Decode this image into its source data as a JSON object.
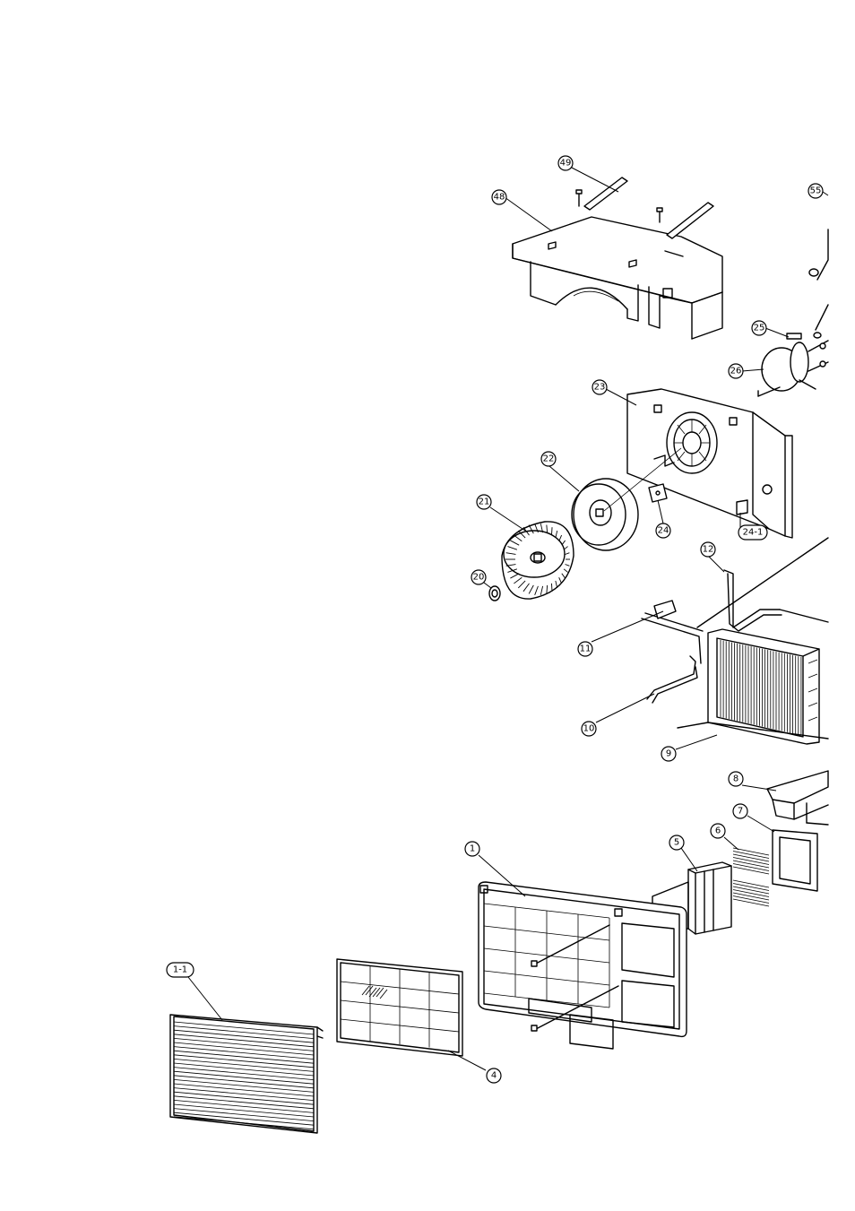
{
  "callouts": [
    {
      "id": "49",
      "label": "49"
    },
    {
      "id": "48",
      "label": "48"
    },
    {
      "id": "55",
      "label": "55"
    },
    {
      "id": "25",
      "label": "25"
    },
    {
      "id": "26",
      "label": "26"
    },
    {
      "id": "23",
      "label": "23"
    },
    {
      "id": "22",
      "label": "22"
    },
    {
      "id": "21",
      "label": "21"
    },
    {
      "id": "24",
      "label": "24"
    },
    {
      "id": "24-1",
      "label": "24-1"
    },
    {
      "id": "20",
      "label": "20"
    },
    {
      "id": "12",
      "label": "12"
    },
    {
      "id": "11",
      "label": "11"
    },
    {
      "id": "10",
      "label": "10"
    },
    {
      "id": "9",
      "label": "9"
    },
    {
      "id": "8",
      "label": "8"
    },
    {
      "id": "7",
      "label": "7"
    },
    {
      "id": "6",
      "label": "6"
    },
    {
      "id": "5",
      "label": "5"
    },
    {
      "id": "1",
      "label": "1"
    },
    {
      "id": "1-1",
      "label": "1-1"
    },
    {
      "id": "4",
      "label": "4"
    }
  ]
}
